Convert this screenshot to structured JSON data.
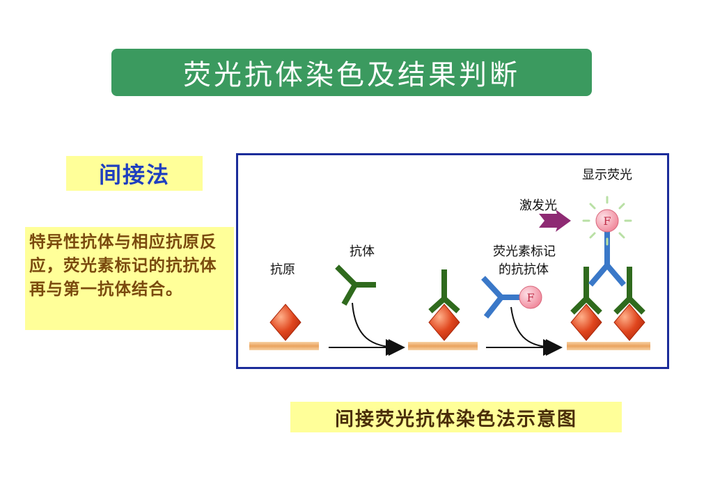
{
  "title": "荧光抗体染色及结果判断",
  "method": "间接法",
  "description": "特异性抗体与相应抗原反应，荧光素标记的抗抗体再与第一抗体结合。",
  "diagram": {
    "label_antigen": "抗原",
    "label_antibody": "抗体",
    "label_fluorescent_line1": "荧光素标记",
    "label_fluorescent_line2": "的抗抗体",
    "label_excitation": "激发光",
    "label_emission": "显示荧光",
    "fluor_letter": "F",
    "colors": {
      "antigen": "#e0461e",
      "antibody": "#2f6a1d",
      "secondary_antibody": "#3a78c8",
      "fluor": "#f0879a",
      "substrate": "#f0b87a",
      "excitation_arrow": "#8e2a73",
      "glow": "#b9e0a5"
    }
  },
  "caption": "间接荧光抗体染色法示意图"
}
